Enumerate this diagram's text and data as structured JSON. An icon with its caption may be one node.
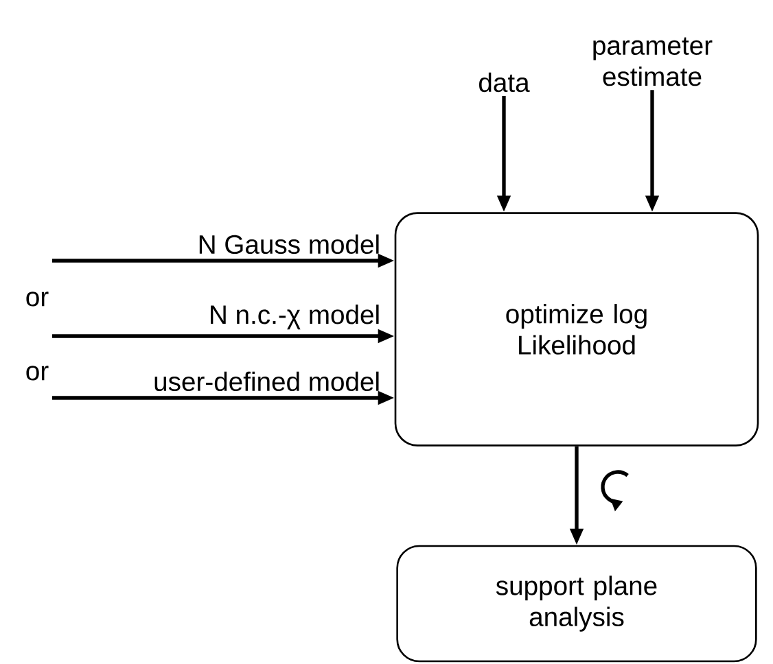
{
  "diagram": {
    "nodes": [
      {
        "text": [
          "optimize log Likelihood"
        ]
      },
      {
        "text": [
          "support plane analysis"
        ]
      },
      {
        "text": [
          "data"
        ]
      },
      {
        "text": [
          "parameter estimate"
        ]
      }
    ],
    "edges": [
      {
        "from": null,
        "to": 0,
        "arrow": "to",
        "label": "N Gauss model"
      },
      {
        "from": null,
        "to": 0,
        "arrow": "to",
        "label": "N n.c.-χ model"
      },
      {
        "from": null,
        "to": 0,
        "arrow": "to",
        "label": "user-defined model"
      },
      {
        "from": 2,
        "to": 0,
        "arrow": "to"
      },
      {
        "from": 3,
        "to": 0,
        "arrow": "to"
      },
      {
        "from": 0,
        "to": 1,
        "arrow": "to"
      }
    ],
    "labels": [
      "or",
      "or"
    ]
  }
}
